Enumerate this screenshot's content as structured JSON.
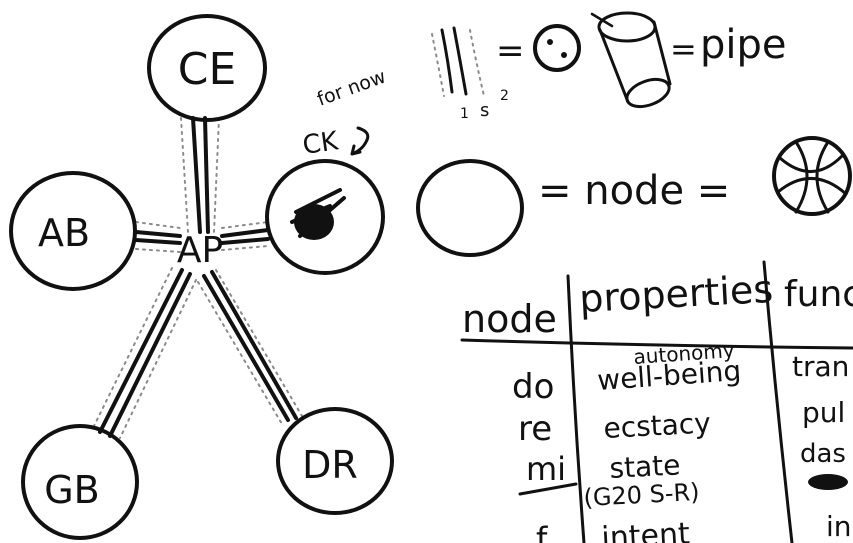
{
  "network": {
    "hub_label": "AP",
    "nodes": [
      {
        "id": "CE",
        "label": "CE"
      },
      {
        "id": "AB",
        "label": "AB"
      },
      {
        "id": "GB",
        "label": "GB"
      },
      {
        "id": "DR",
        "label": "DR"
      },
      {
        "id": "scribbled",
        "label": ""
      }
    ],
    "scribble_annotation": "CK"
  },
  "legend": {
    "pipe_note": "for now",
    "pipe_markers": [
      "1",
      "s",
      "2"
    ],
    "pipe_equals": "=",
    "pipe_equals_2": "=",
    "pipe_word": "pipe",
    "node_equals": "= node ="
  },
  "table": {
    "headers": [
      "node",
      "properties",
      "func"
    ],
    "rows": [
      {
        "node": "do",
        "properties": [
          "autonomy",
          "well-being"
        ],
        "func": "tran"
      },
      {
        "node": "re",
        "properties": [
          "ecstacy"
        ],
        "func": "pul"
      },
      {
        "node": "mi",
        "properties": [
          "state",
          "(G20 S-R)"
        ],
        "func": "das"
      },
      {
        "node": "f",
        "properties": [
          "intent"
        ],
        "func": "in"
      }
    ]
  }
}
